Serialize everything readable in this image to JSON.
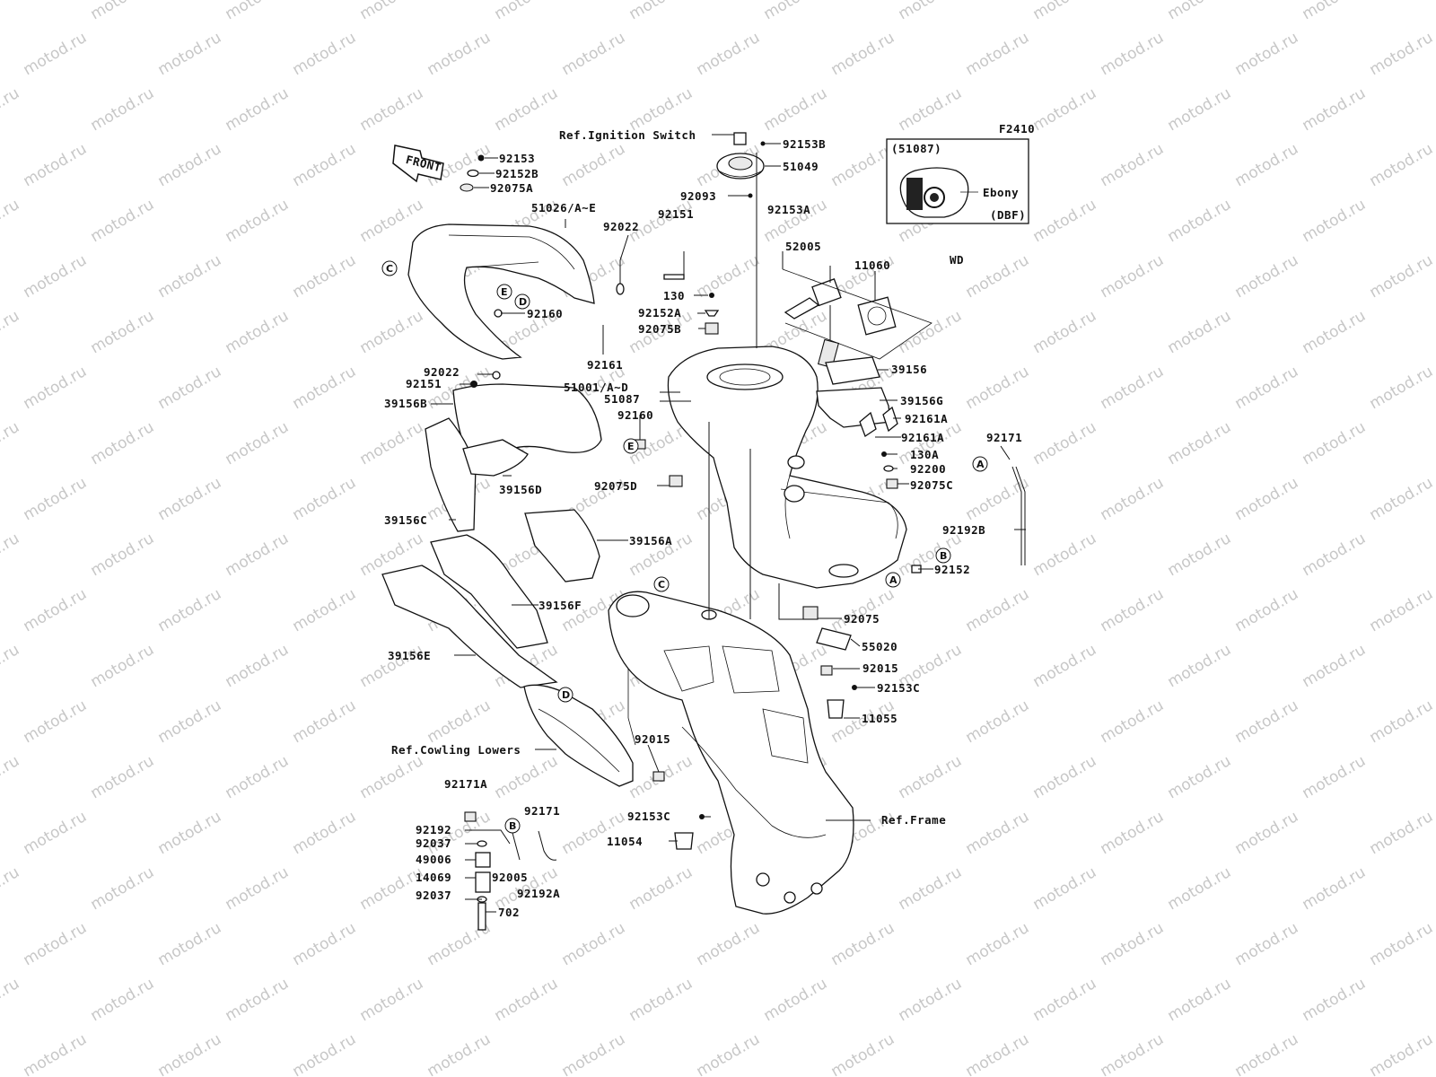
{
  "watermark": "motod.ru",
  "figure_code": "F2410",
  "front_label": "FRONT",
  "inset": {
    "part": "(51087)",
    "color": "Ebony",
    "variant": "(DBF)",
    "market": "WD"
  },
  "labels": [
    {
      "id": "l01",
      "text": "Ref.Ignition Switch"
    },
    {
      "id": "l02",
      "text": "92153B"
    },
    {
      "id": "l03",
      "text": "51049"
    },
    {
      "id": "l04",
      "text": "92093"
    },
    {
      "id": "l05",
      "text": "92153"
    },
    {
      "id": "l06",
      "text": "92152B"
    },
    {
      "id": "l07",
      "text": "92075A"
    },
    {
      "id": "l08",
      "text": "51026/A~E"
    },
    {
      "id": "l09",
      "text": "92022"
    },
    {
      "id": "l10",
      "text": "92151"
    },
    {
      "id": "l11",
      "text": "92153A"
    },
    {
      "id": "l12",
      "text": "52005"
    },
    {
      "id": "l13",
      "text": "11060"
    },
    {
      "id": "l14",
      "text": "130"
    },
    {
      "id": "l15",
      "text": "92152A"
    },
    {
      "id": "l16",
      "text": "92075B"
    },
    {
      "id": "l17",
      "text": "92160"
    },
    {
      "id": "l18",
      "text": "92161"
    },
    {
      "id": "l19",
      "text": "92022"
    },
    {
      "id": "l20",
      "text": "92151"
    },
    {
      "id": "l21",
      "text": "51001/A~D"
    },
    {
      "id": "l22",
      "text": "51087"
    },
    {
      "id": "l23",
      "text": "39156"
    },
    {
      "id": "l24",
      "text": "39156G"
    },
    {
      "id": "l25",
      "text": "92161A"
    },
    {
      "id": "l26",
      "text": "92161A"
    },
    {
      "id": "l27",
      "text": "92171"
    },
    {
      "id": "l28",
      "text": "39156B"
    },
    {
      "id": "l29",
      "text": "92160"
    },
    {
      "id": "l30",
      "text": "130A"
    },
    {
      "id": "l31",
      "text": "92200"
    },
    {
      "id": "l32",
      "text": "92075C"
    },
    {
      "id": "l33",
      "text": "39156D"
    },
    {
      "id": "l34",
      "text": "92075D"
    },
    {
      "id": "l35",
      "text": "92192B"
    },
    {
      "id": "l36",
      "text": "39156C"
    },
    {
      "id": "l37",
      "text": "39156A"
    },
    {
      "id": "l38",
      "text": "92152"
    },
    {
      "id": "l39",
      "text": "39156F"
    },
    {
      "id": "l40",
      "text": "92075"
    },
    {
      "id": "l41",
      "text": "55020"
    },
    {
      "id": "l42",
      "text": "39156E"
    },
    {
      "id": "l43",
      "text": "92015"
    },
    {
      "id": "l44",
      "text": "92153C"
    },
    {
      "id": "l45",
      "text": "11055"
    },
    {
      "id": "l46",
      "text": "92015"
    },
    {
      "id": "l47",
      "text": "Ref.Cowling Lowers"
    },
    {
      "id": "l48",
      "text": "92171A"
    },
    {
      "id": "l49",
      "text": "92171"
    },
    {
      "id": "l50",
      "text": "92153C"
    },
    {
      "id": "l51",
      "text": "Ref.Frame"
    },
    {
      "id": "l52",
      "text": "92192"
    },
    {
      "id": "l53",
      "text": "92037"
    },
    {
      "id": "l54",
      "text": "11054"
    },
    {
      "id": "l55",
      "text": "49006"
    },
    {
      "id": "l56",
      "text": "14069"
    },
    {
      "id": "l57",
      "text": "92005"
    },
    {
      "id": "l58",
      "text": "92192A"
    },
    {
      "id": "l59",
      "text": "92037"
    },
    {
      "id": "l60",
      "text": "702"
    }
  ],
  "markers": [
    {
      "id": "m01",
      "text": "C"
    },
    {
      "id": "m02",
      "text": "E"
    },
    {
      "id": "m03",
      "text": "D"
    },
    {
      "id": "m04",
      "text": "E"
    },
    {
      "id": "m05",
      "text": "A"
    },
    {
      "id": "m06",
      "text": "B"
    },
    {
      "id": "m07",
      "text": "A"
    },
    {
      "id": "m08",
      "text": "C"
    },
    {
      "id": "m09",
      "text": "D"
    },
    {
      "id": "m10",
      "text": "B"
    }
  ]
}
